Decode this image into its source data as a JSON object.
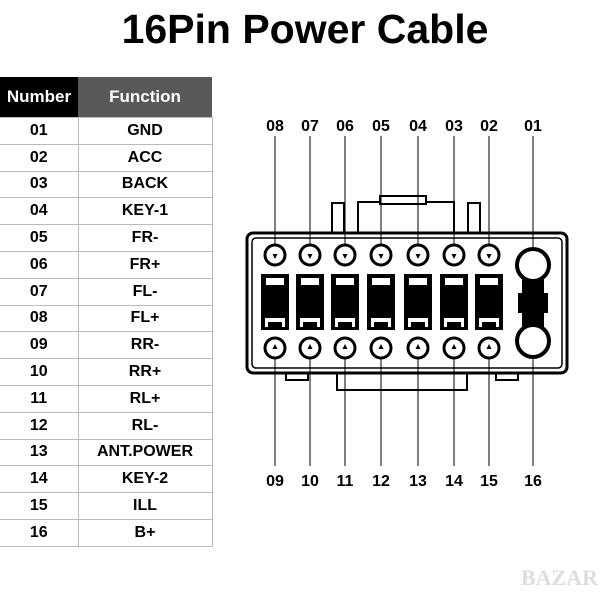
{
  "title": "16Pin Power Cable",
  "table": {
    "headers": {
      "number": "Number",
      "function": "Function"
    },
    "rows": [
      {
        "number": "01",
        "function": "GND"
      },
      {
        "number": "02",
        "function": "ACC"
      },
      {
        "number": "03",
        "function": "BACK"
      },
      {
        "number": "04",
        "function": "KEY-1"
      },
      {
        "number": "05",
        "function": "FR-"
      },
      {
        "number": "06",
        "function": "FR+"
      },
      {
        "number": "07",
        "function": "FL-"
      },
      {
        "number": "08",
        "function": "FL+"
      },
      {
        "number": "09",
        "function": "RR-"
      },
      {
        "number": "10",
        "function": "RR+"
      },
      {
        "number": "11",
        "function": "RL+"
      },
      {
        "number": "12",
        "function": "RL-"
      },
      {
        "number": "13",
        "function": "ANT.POWER"
      },
      {
        "number": "14",
        "function": "KEY-2"
      },
      {
        "number": "15",
        "function": "ILL"
      },
      {
        "number": "16",
        "function": "B+"
      }
    ]
  },
  "connector": {
    "top_labels": [
      "08",
      "07",
      "06",
      "05",
      "04",
      "03",
      "02"
    ],
    "top_right_label": "01",
    "bottom_labels": [
      "09",
      "10",
      "11",
      "12",
      "13",
      "14",
      "15"
    ],
    "bottom_right_label": "16"
  },
  "watermark": "BAZAR"
}
